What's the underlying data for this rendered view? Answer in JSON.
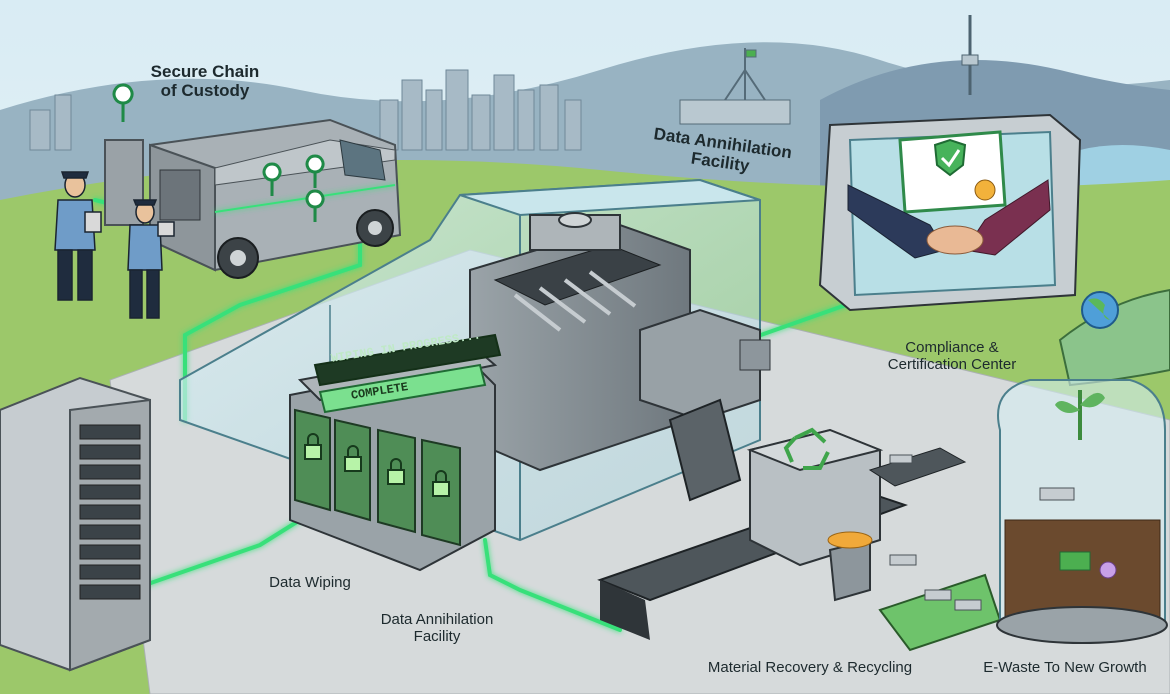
{
  "labels": {
    "chain_of_custody": "Secure Chain\nof Custody",
    "facility_top": "Data Annihilation\nFacility",
    "compliance": "Compliance &\nCertification Center",
    "data_wiping": "Data Wiping",
    "facility_bottom": "Data Annihilation\nFacility",
    "recycling": "Material Recovery & Recycling",
    "growth": "E-Waste To New Growth"
  },
  "screens": {
    "wiping_status": "WIPING IN PROGRESS...",
    "complete_status": "COMPLETE"
  },
  "icons": [
    "location-pin-icon",
    "padlock-icon",
    "recycle-icon",
    "shield-check-icon",
    "globe-icon"
  ],
  "colors": {
    "data_flow_glow": "#39e07a",
    "grass": "#9cc86a",
    "sky": "#cfe4ee",
    "machine_steel": "#8d969c"
  }
}
